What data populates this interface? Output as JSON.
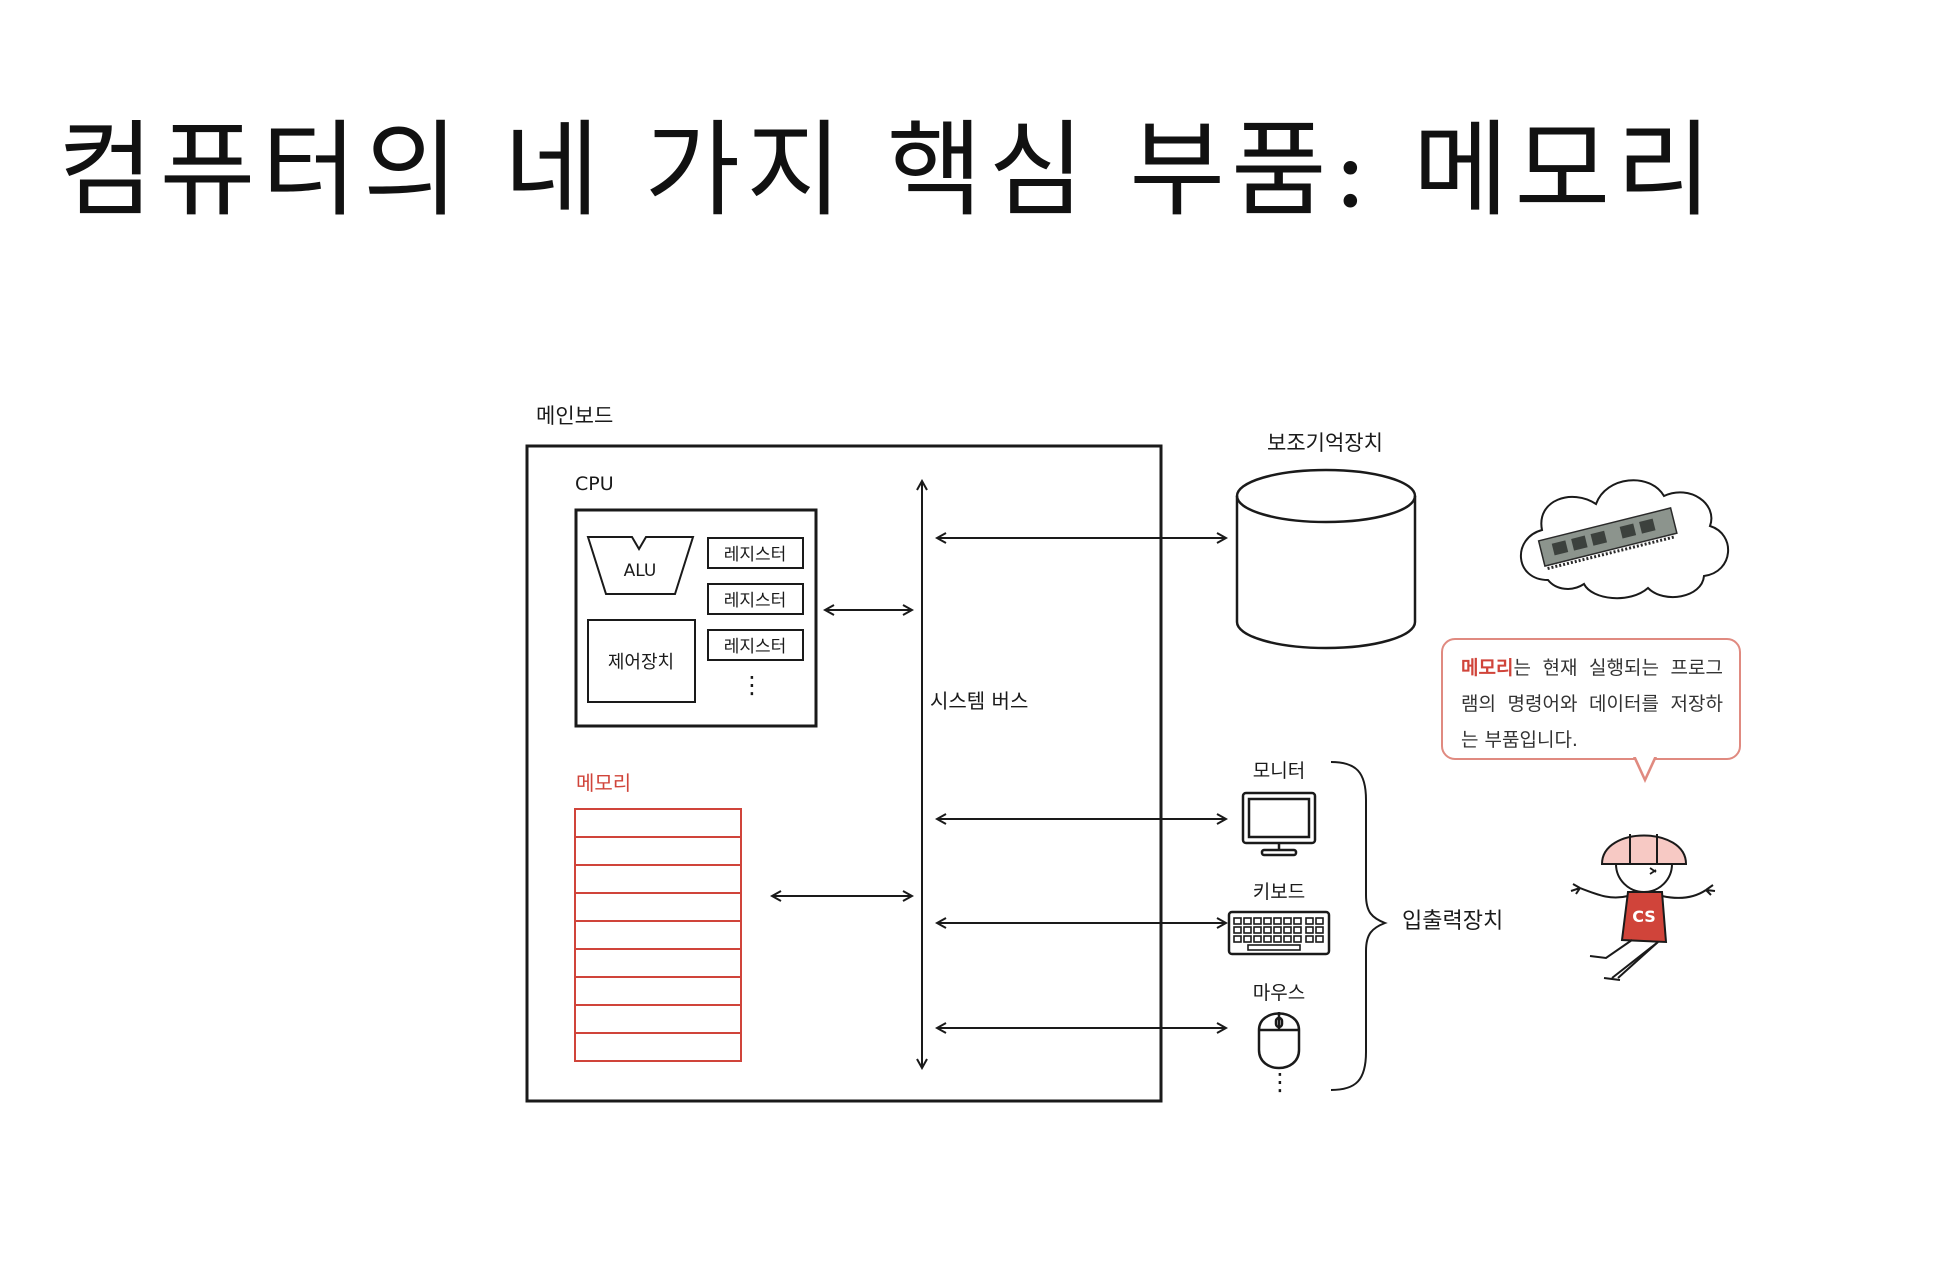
{
  "title": "컴퓨터의 네 가지 핵심 부품: 메모리",
  "diagram": {
    "mainboard_label": "메인보드",
    "cpu_label": "CPU",
    "alu_label": "ALU",
    "register_label": "레지스터",
    "control_unit_label": "제어장치",
    "ellipsis": "⋮",
    "memory_label": "메모리",
    "system_bus_label": "시스템 버스",
    "secondary_storage_label": "보조기억장치",
    "monitor_label": "모니터",
    "keyboard_label": "키보드",
    "mouse_label": "마우스",
    "io_devices_label": "입출력장치",
    "character_badge": "CS"
  },
  "bubble": {
    "highlight": "메모리",
    "text": "는 현재 실행되는 프로그램의 명령어와 데이터를 저장하는 부품입니다."
  },
  "colors": {
    "accent": "#d0443a",
    "bubble_border": "#e08a80",
    "line": "#1a1a1a"
  }
}
